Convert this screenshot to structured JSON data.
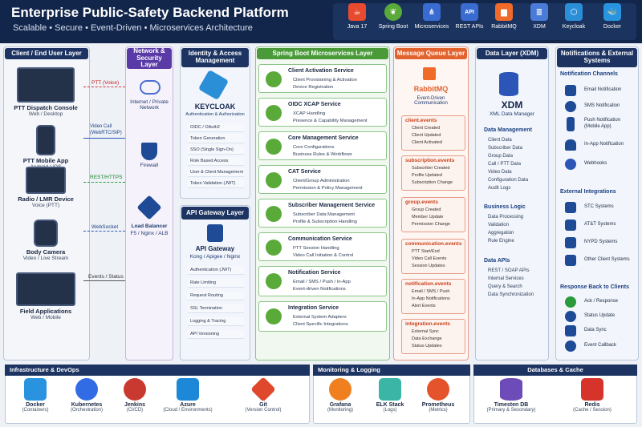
{
  "header": {
    "title": "Enterprise Public-Safety Backend Platform",
    "subtitle": "Scalable • Secure • Event-Driven • Microservices Architecture",
    "tech": [
      {
        "label": "Java 17",
        "icon": "java-icon",
        "color": "#e84a2f"
      },
      {
        "label": "Spring Boot",
        "icon": "spring-icon",
        "color": "#5aaa3a"
      },
      {
        "label": "Microservices",
        "icon": "network-icon",
        "color": "#3a6bd1"
      },
      {
        "label": "REST APIs",
        "icon": "api-icon",
        "color": "#3a6bd1"
      },
      {
        "label": "RabbitMQ",
        "icon": "rabbitmq-icon",
        "color": "#f06a2a"
      },
      {
        "label": "XDM",
        "icon": "database-icon",
        "color": "#4a7bd8"
      },
      {
        "label": "Keycloak",
        "icon": "keycloak-icon",
        "color": "#2b8fd8"
      },
      {
        "label": "Docker",
        "icon": "docker-icon",
        "color": "#2a93e0"
      }
    ]
  },
  "client_layer": {
    "heading": "Client / End User Layer",
    "endpoints": [
      {
        "name": "PTT Dispatch Console",
        "sub": "Web / Desktop"
      },
      {
        "name": "PTT Mobile App",
        "sub": "Android / iOS"
      },
      {
        "name": "Radio / LMR Device",
        "sub": "Voice (PTT)"
      },
      {
        "name": "Body Camera",
        "sub": "Video / Live Stream"
      },
      {
        "name": "Field Applications",
        "sub": "Web / Mobile"
      }
    ],
    "links": [
      "PTT (Voice)",
      "Video Call (WebRTC/SIP)",
      "REST/HTTPS",
      "WebSocket",
      "Events / Status"
    ]
  },
  "network_layer": {
    "heading": "Network & Security Layer",
    "items": [
      "Internet / Private Network",
      "Firewall",
      "Load Balancer",
      "F5 / Nginx / ALB"
    ]
  },
  "identity": {
    "heading": "Identity & Access Management",
    "name": "KEYCLOAK",
    "sub": "Authentication & Authorization",
    "items": [
      "OIDC / OAuth2",
      "Token Generation",
      "SSO (Single Sign-On)",
      "Role Based Access",
      "User & Client Management",
      "Token Validation (JWT)"
    ]
  },
  "gateway": {
    "heading": "API Gateway Layer",
    "name": "API Gateway",
    "sub": "Kong / Apigee / Nginx",
    "items": [
      "Authentication (JWT)",
      "Rate Limiting",
      "Request Routing",
      "SSL Termination",
      "Logging & Tracing",
      "API Versioning"
    ]
  },
  "services": {
    "heading": "Spring Boot Microservices Layer",
    "list": [
      {
        "title": "Client Activation Service",
        "items": [
          "Client Provisioning & Activation",
          "Device Registration"
        ]
      },
      {
        "title": "OIDC XCAP Service",
        "items": [
          "XCAP Handling",
          "Presence & Capability Management"
        ]
      },
      {
        "title": "Core Management Service",
        "items": [
          "Core Configurations",
          "Business Rules & Workflows"
        ]
      },
      {
        "title": "CAT Service",
        "items": [
          "Client/Group Administration",
          "Permission & Policy Management"
        ]
      },
      {
        "title": "Subscriber Management Service",
        "items": [
          "Subscriber Data Management",
          "Profile & Subscription Handling"
        ]
      },
      {
        "title": "Communication Service",
        "items": [
          "PTT Session Handling",
          "Video Call Initiation & Control"
        ]
      },
      {
        "title": "Notification Service",
        "items": [
          "Email / SMS / Push / In-App",
          "Event-driven Notifications"
        ]
      },
      {
        "title": "Integration Service",
        "items": [
          "External System Adapters",
          "Client Specific Integrations"
        ]
      }
    ]
  },
  "queue": {
    "heading": "Message Queue Layer",
    "name": "RabbitMQ",
    "sub": "Event-Driven Communication",
    "topics": [
      {
        "title": "client.events",
        "items": [
          "Client Created",
          "Client Updated",
          "Client Activated"
        ]
      },
      {
        "title": "subscription.events",
        "items": [
          "Subscriber Created",
          "Profile Updated",
          "Subscription Change"
        ]
      },
      {
        "title": "group.events",
        "items": [
          "Group Created",
          "Member Update",
          "Permission Change"
        ]
      },
      {
        "title": "communication.events",
        "items": [
          "PTT Start/End",
          "Video Call Events",
          "Session Updates"
        ]
      },
      {
        "title": "notification.events",
        "items": [
          "Email / SMS / Push",
          "In-App Notifications",
          "Alert Events"
        ]
      },
      {
        "title": "integration.events",
        "items": [
          "External Sync",
          "Data Exchange",
          "Status Updates"
        ]
      }
    ]
  },
  "data_layer": {
    "heading": "Data Layer (XDM)",
    "name": "XDM",
    "sub": "XML Data Manager",
    "sections": [
      {
        "title": "Data Management",
        "items": [
          "Client Data",
          "Subscriber Data",
          "Group Data",
          "Call / PTT Data",
          "Video Data",
          "Configuration Data",
          "Audit Logs"
        ]
      },
      {
        "title": "Business Logic",
        "items": [
          "Data Processing",
          "Validation",
          "Aggregation",
          "Rule Engine"
        ]
      },
      {
        "title": "Data APIs",
        "items": [
          "REST / SOAP APIs",
          "Internal Services",
          "Query & Search",
          "Data Synchronization"
        ]
      }
    ]
  },
  "notifications": {
    "heading": "Notifications & External Systems",
    "channels_title": "Notification Channels",
    "channels": [
      "Email Notification",
      "SMS Notification",
      "Push Notification (Mobile App)",
      "In-App Notification",
      "Webhooks"
    ],
    "integrations_title": "External Integrations",
    "integrations": [
      "STC Systems",
      "AT&T Systems",
      "NYPD Systems",
      "Other Client Systems"
    ],
    "response_title": "Response Back to Clients",
    "responses": [
      "Ack / Response",
      "Status Update",
      "Data Sync",
      "Event Callback"
    ]
  },
  "bottom": {
    "infra_title": "Infrastructure & DevOps",
    "infra": [
      {
        "name": "Docker",
        "sub": "(Containers)",
        "color": "#2a93e0"
      },
      {
        "name": "Kubernetes",
        "sub": "(Orchestration)",
        "color": "#326ce5"
      },
      {
        "name": "Jenkins",
        "sub": "(CI/CD)",
        "color": "#c9392f"
      },
      {
        "name": "Azure",
        "sub": "(Cloud / Environments)",
        "color": "#1e88d8"
      },
      {
        "name": "Git",
        "sub": "(Version Control)",
        "color": "#e0482d"
      }
    ],
    "monitor_title": "Monitoring & Logging",
    "monitor": [
      {
        "name": "Grafana",
        "sub": "(Monitoring)",
        "color": "#f0801f"
      },
      {
        "name": "ELK Stack",
        "sub": "(Logs)",
        "color": "#3bb5a6"
      },
      {
        "name": "Prometheus",
        "sub": "(Metrics)",
        "color": "#e4532b"
      }
    ],
    "db_title": "Databases & Cache",
    "db": [
      {
        "name": "Timesten DB",
        "sub": "(Primary & Secondary)",
        "color": "#6d4bb8"
      },
      {
        "name": "Redis",
        "sub": "(Cache / Session)",
        "color": "#d6342a"
      }
    ]
  }
}
